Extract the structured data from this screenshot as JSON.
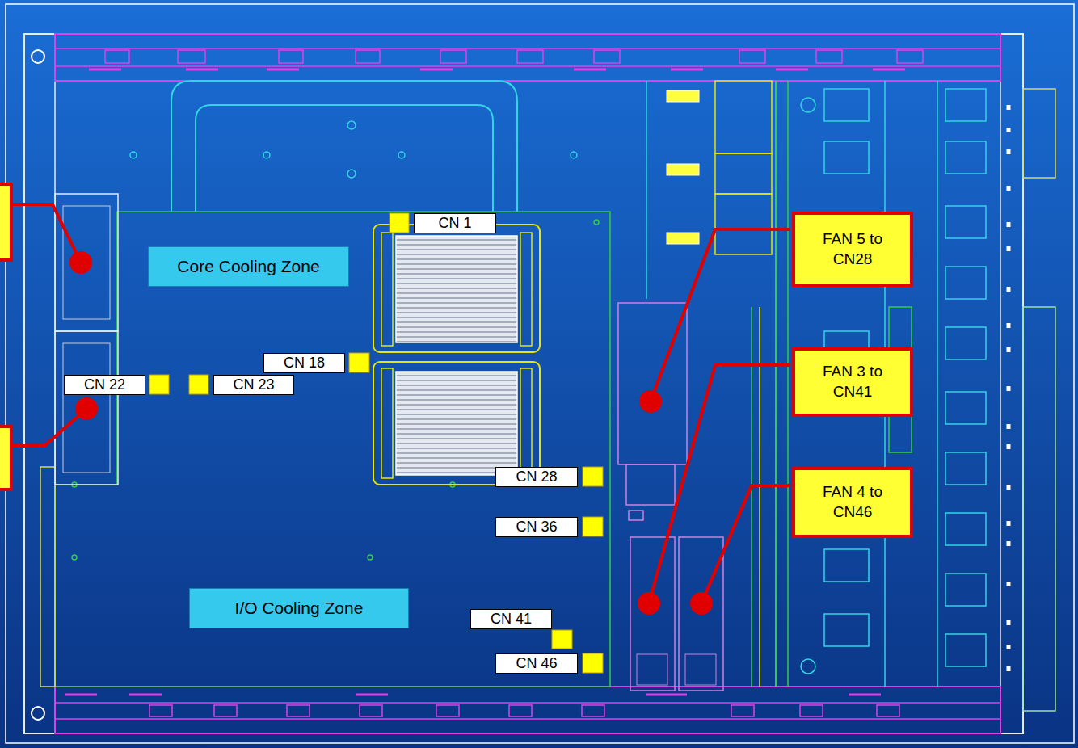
{
  "diagram": {
    "nodes": [
      {
        "text": [
          "CN 1"
        ]
      },
      {
        "text": [
          "Core Cooling Zone"
        ]
      },
      {
        "text": [
          "FAN 5 to CN28"
        ]
      },
      {
        "text": [
          "CN 18"
        ]
      },
      {
        "text": [
          "CN 22"
        ]
      },
      {
        "text": [
          "CN 23"
        ]
      },
      {
        "text": [
          "FAN 3 to CN41"
        ]
      },
      {
        "text": [
          "CN 28"
        ]
      },
      {
        "text": [
          "FAN 4 to CN46"
        ]
      },
      {
        "text": [
          "CN 36"
        ]
      },
      {
        "text": [
          "I/O Cooling Zone"
        ]
      },
      {
        "text": [
          "CN 41"
        ]
      },
      {
        "text": [
          "CN 46"
        ]
      }
    ]
  }
}
